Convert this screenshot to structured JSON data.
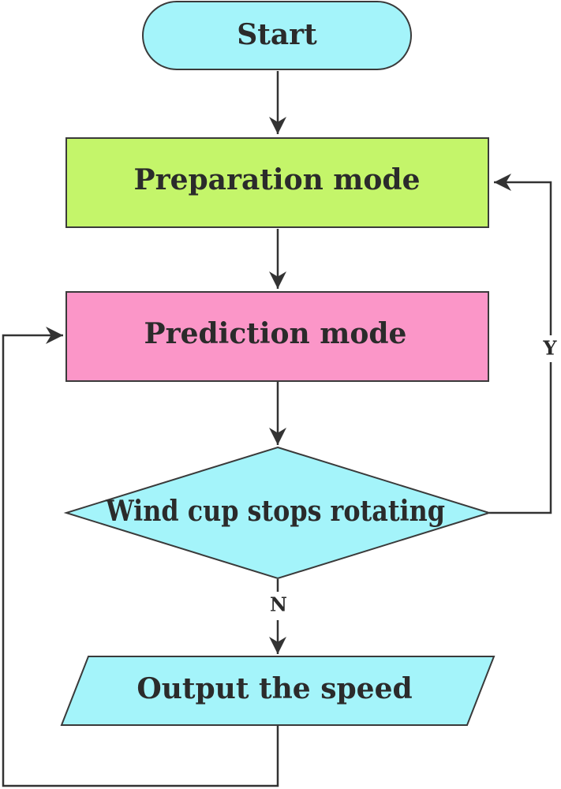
{
  "nodes": {
    "start": {
      "label": "Start",
      "shape": "terminator",
      "color": "#a4f4fa"
    },
    "preparation": {
      "label": "Preparation mode",
      "shape": "process",
      "color": "#c4f56a"
    },
    "prediction": {
      "label": "Prediction mode",
      "shape": "process",
      "color": "#fb96c8"
    },
    "decision": {
      "label": "Wind cup stops rotating",
      "shape": "decision",
      "color": "#a4f4fa"
    },
    "output": {
      "label": "Output the speed",
      "shape": "data-io",
      "color": "#a4f4fa"
    }
  },
  "edges": {
    "yes_label": "Y",
    "no_label": "N"
  },
  "colors": {
    "stroke": "#3a3a3a",
    "text": "#2b2b2b"
  }
}
